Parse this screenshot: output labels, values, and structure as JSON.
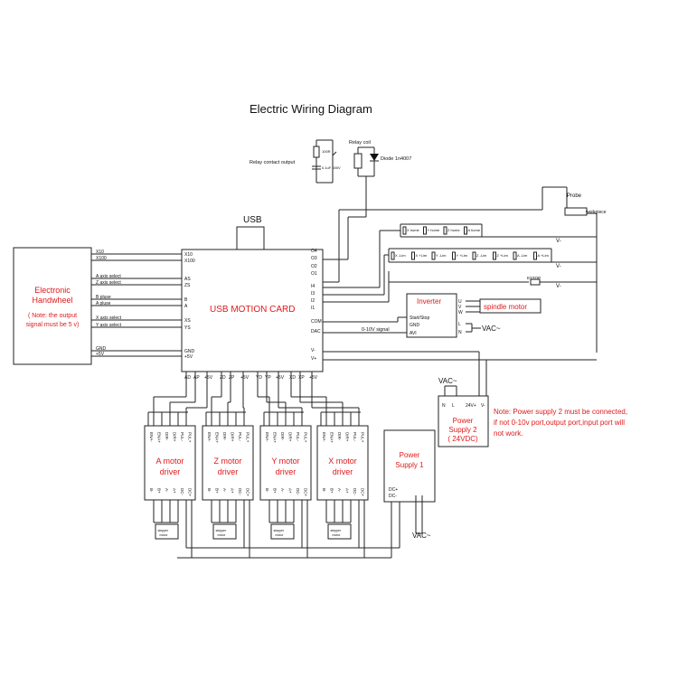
{
  "title": "Electric Wiring Diagram",
  "relay": {
    "contact_label": "Relay contact output",
    "coil_label": "Relay coil",
    "diode_label": "Diode 1n4007",
    "resistor_label": "100R",
    "cap_label": "0.1uF 600V"
  },
  "usb_label": "USB",
  "card_label": "USB MOTION CARD",
  "handwheel": {
    "title_lines": [
      "Electronic",
      "Handwheel"
    ],
    "note_lines": [
      "( Note: the output",
      "signal must be 5 v)"
    ],
    "pins": [
      "X10",
      "X100",
      "A axis select",
      "Z axis select",
      "B pluse",
      "A pluse",
      "X axis select",
      "Y axis select",
      "GND",
      "+5V"
    ]
  },
  "card_left_pins": [
    "X10",
    "X100",
    "AS",
    "ZS",
    "B",
    "A",
    "XS",
    "YS",
    "GND",
    "+5V"
  ],
  "card_right_pins": [
    "O4",
    "O3",
    "O2",
    "O1",
    "I4",
    "I3",
    "I2",
    "I1",
    "COM",
    "DAC",
    "V-",
    "V+"
  ],
  "card_bottom_pins": [
    "AD",
    "AP",
    "+5V",
    "ZD",
    "ZP",
    "+5V",
    "YD",
    "YP",
    "+5V",
    "XD",
    "XP",
    "+5V"
  ],
  "inverter": {
    "label": "Inverter",
    "left_pins": [
      "Start/Stop",
      "GND",
      "AVI"
    ],
    "right_pins": [
      "U",
      "V",
      "W",
      "L",
      "N"
    ],
    "signal_label": "0-10V signal"
  },
  "spindle_label": "spindle motor",
  "vac_label": "VAC~",
  "probe_label": "Probe",
  "workpiece_label": "workpiece",
  "home_switches": [
    "X home",
    "Y home",
    "Z home",
    "A home"
  ],
  "limit_switches": [
    "X -Lim",
    "X +Lim",
    "Y -Lim",
    "Y +Lim",
    "Z -Lim",
    "Z +Lim",
    "A -Lim",
    "A +Lim"
  ],
  "estop_label": "ESTOP",
  "v_minus": "V-",
  "drivers": [
    {
      "lines": [
        "A motor",
        "driver"
      ],
      "motor": "stepper motor"
    },
    {
      "lines": [
        "Z motor",
        "driver"
      ],
      "motor": "stepper motor"
    },
    {
      "lines": [
        "Y motor",
        "driver"
      ],
      "motor": "stepper motor"
    },
    {
      "lines": [
        "X motor",
        "driver"
      ],
      "motor": "stepper motor"
    }
  ],
  "driver_top_pins": [
    "ENA-",
    "ENA+",
    "DIR-",
    "DIR+",
    "PUL-",
    "PUL+"
  ],
  "driver_bottom_pins": [
    "B-",
    "B+",
    "A-",
    "A+",
    "DC-",
    "DC+"
  ],
  "ps1": {
    "lines": [
      "Power",
      "Supply 1"
    ],
    "pins": [
      "DC+",
      "DC-"
    ],
    "vac": "VAC~"
  },
  "ps2": {
    "lines": [
      "Power",
      "Supply 2",
      "( 24VDC)"
    ],
    "pins": [
      "N",
      "L",
      "24V+",
      "V-"
    ],
    "vac": "VAC~"
  },
  "note_lines": [
    "Note: Power supply 2 must be connected,",
    "if not 0-10v port,output port,input port will",
    "not work."
  ],
  "colors": {
    "accent": "#e0191b",
    "line": "#222222"
  }
}
